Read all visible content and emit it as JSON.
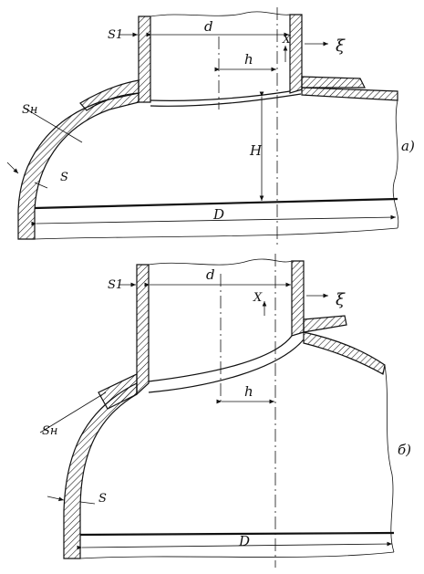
{
  "figure_a": {
    "label": "а)",
    "dims": {
      "s1": "S1",
      "d": "d",
      "h": "h",
      "x": "X",
      "xi": "ξ",
      "sn": "Sн",
      "s": "S",
      "H": "H",
      "D": "D"
    }
  },
  "figure_b": {
    "label": "б)",
    "dims": {
      "s1": "S1",
      "d": "d",
      "h": "h",
      "x": "X",
      "xi": "ξ",
      "sn": "Sн",
      "s": "S",
      "D": "D"
    }
  }
}
